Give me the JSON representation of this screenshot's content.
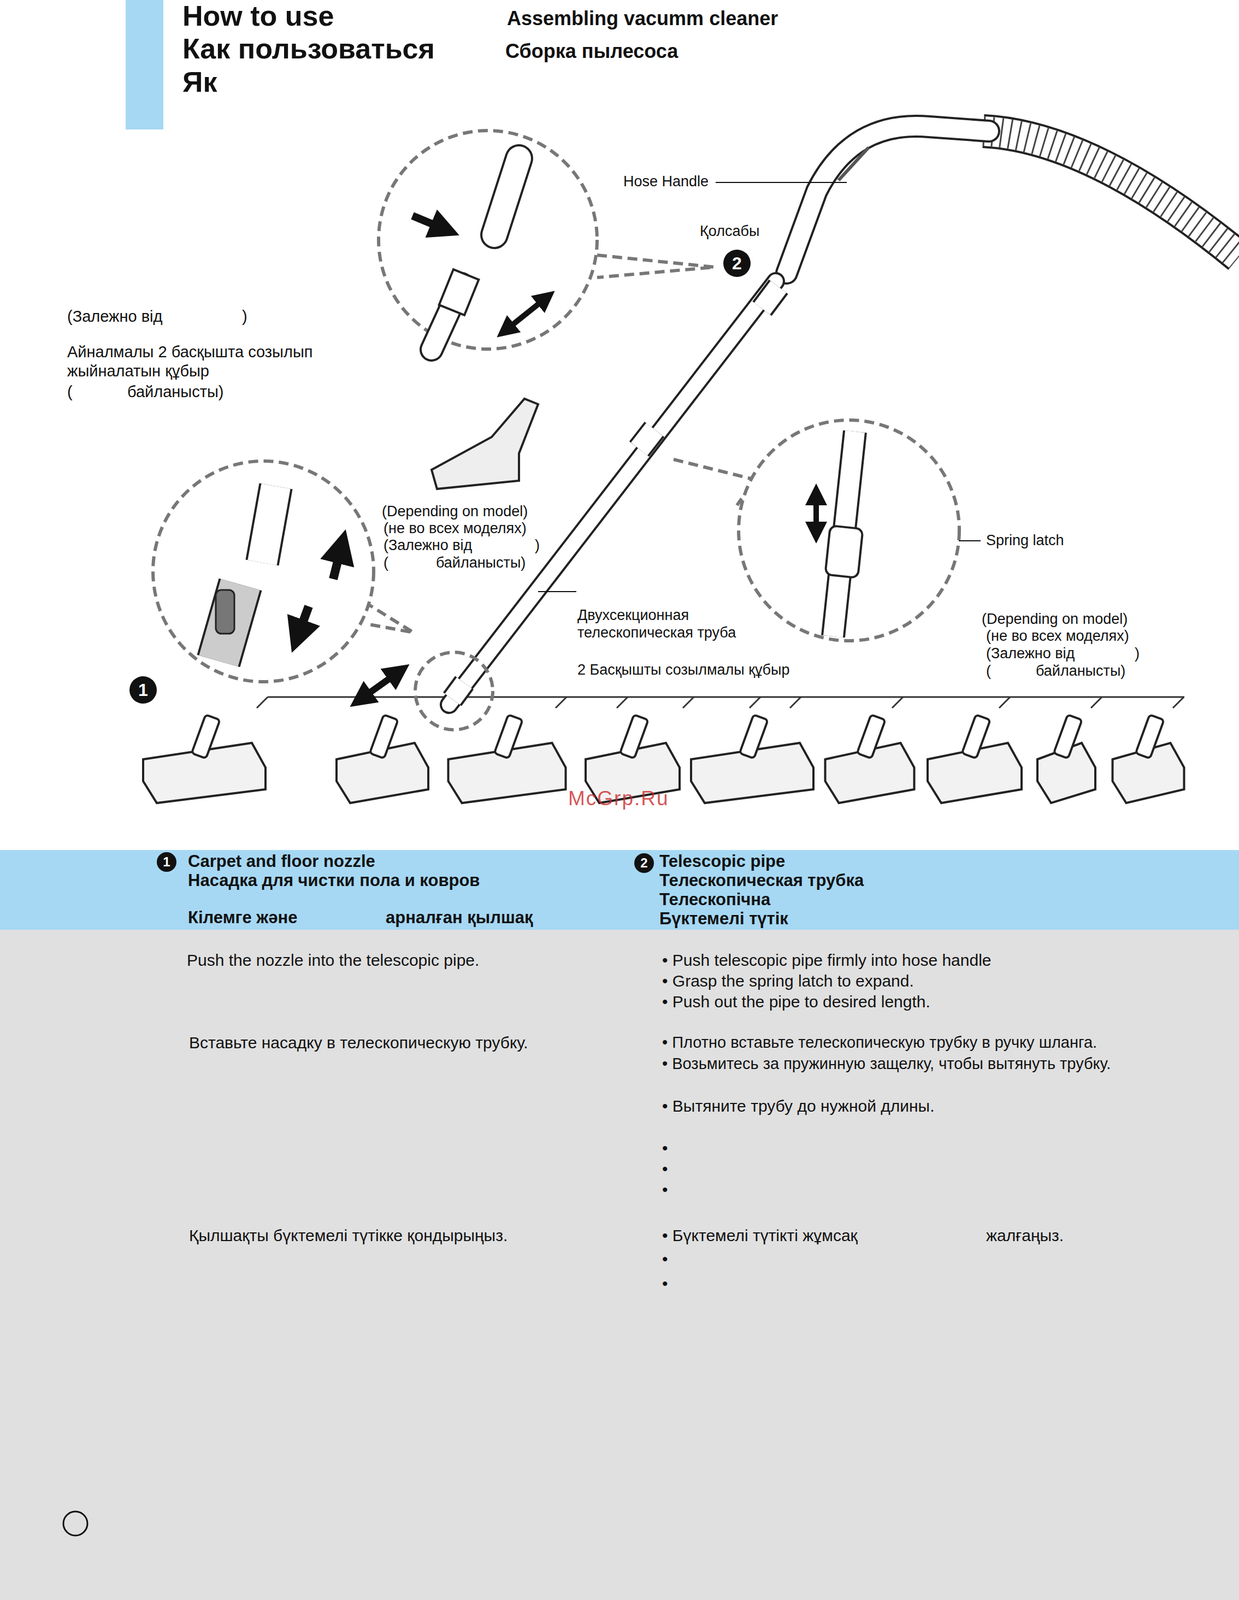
{
  "diagram": {
    "title": "How to use",
    "nodes": [
      {
        "text": [
          "Carpet and floor nozzle",
          "Насадка для чистки пола и ковров",
          "Кілемге және",
          "арналған қылшақ"
        ]
      },
      {
        "text": [
          "Telescopic pipe",
          "Телескопическая трубка",
          "Телескопічна",
          "Бүктемелі түтік"
        ]
      }
    ],
    "labels": [
      "Как пользоваться",
      "Як",
      "Assembling vacumm cleaner",
      "Сборка пылесоса",
      "Hose Handle",
      "Қолсабы",
      "2",
      "(Залежно від",
      ")",
      "Айналмалы 2 басқышта созылып жыйналатын құбыр",
      "(",
      "байланысты)",
      "(Depending on model)",
      "(не во всех моделях)",
      "(Залежно від",
      ")",
      "(",
      "байланысты)",
      "Двухсекционная телескопическая труба",
      "2 Басқышты созылмалы құбыр",
      "Spring latch",
      "(Depending on model)",
      "(не во всех моделях)",
      "(Залежно від",
      ")",
      "(",
      "байланысты)",
      "1",
      "McGrp.Ru",
      "1",
      "2",
      "Push the nozzle into the telescopic pipe.",
      "Вставьте насадку в телескопическую трубку.",
      "Қылшақты бүктемелі түтікке қондырыңыз.",
      "• Push telescopic pipe firmly into hose handle",
      "• Grasp the spring latch to expand.",
      "• Push out the pipe to desired length.",
      "• Плотно вставьте телескопическую трубку в ручку шланга.",
      "• Возьмитесь за пружинную защелку, чтобы вытянуть трубку.",
      "• Вытяните трубу до нужной длины.",
      "•",
      "•",
      "•",
      "• Бүктемелі түтікті жұмсақ",
      "жалғаңыз.",
      "•",
      "•"
    ]
  }
}
